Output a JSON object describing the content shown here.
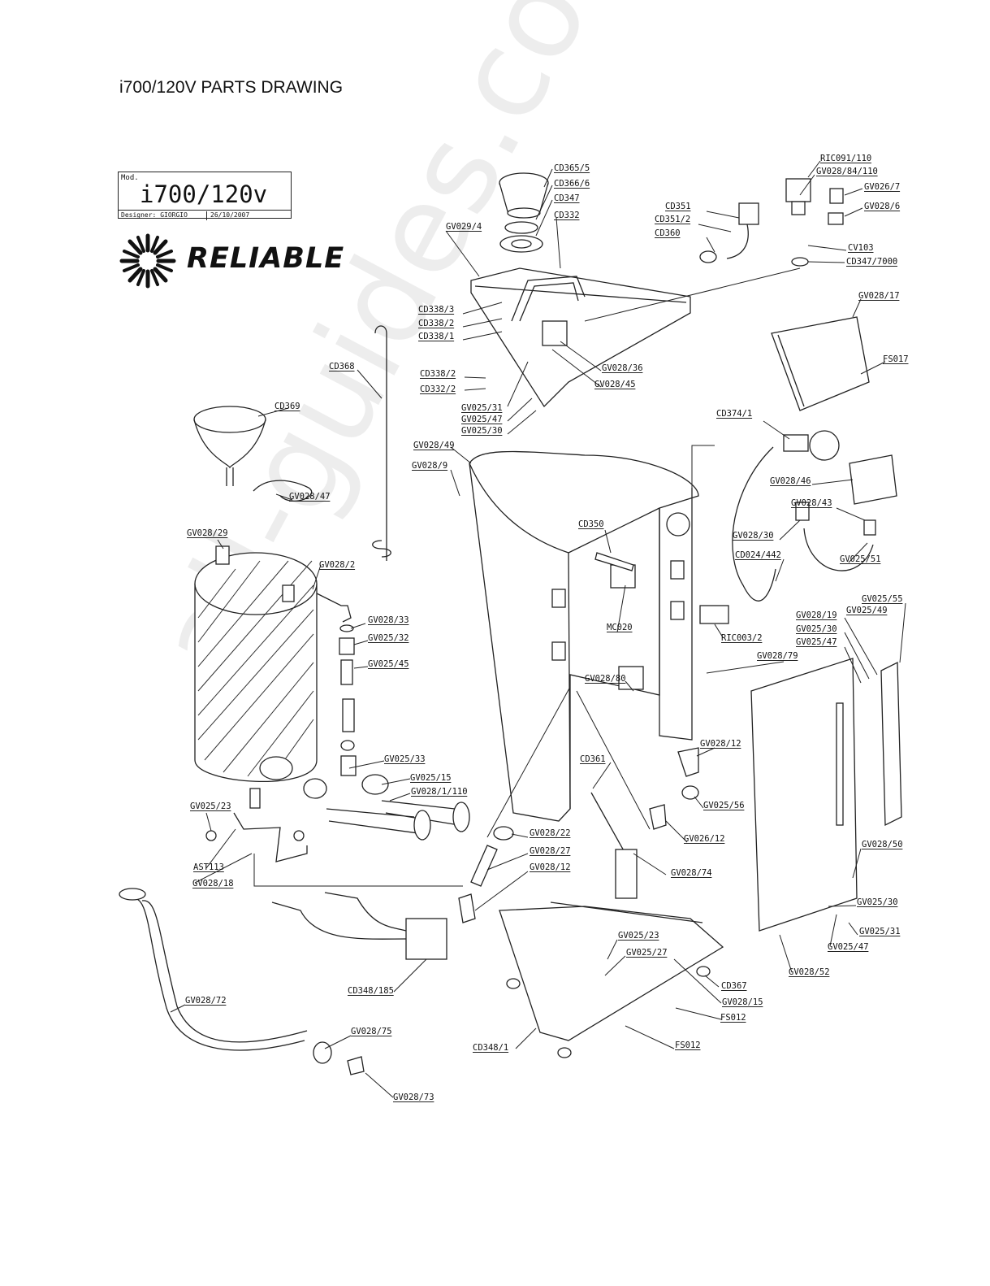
{
  "page": {
    "title": "i700/120V PARTS DRAWING"
  },
  "title_block": {
    "mod_label": "Mod.",
    "model": "i700/120v",
    "designer_label": "Designer:",
    "designer": "GIORGIO",
    "date": "26/10/2007"
  },
  "logo": {
    "brand": "RELIABLE",
    "icon": "sunburst-logo-icon"
  },
  "watermark": "all-guides.com",
  "labels": [
    "CD365/5",
    "CD366/6",
    "CD347",
    "CD332",
    "GV029/4",
    "CD351",
    "CD351/2",
    "CD360",
    "RIC091/110",
    "GV028/84/110",
    "GV026/7",
    "GV028/6",
    "CV103",
    "CD347/7000",
    "CD338/3",
    "CD338/2",
    "CD338/1",
    "CD338/2",
    "CD332/2",
    "GV028/36",
    "GV028/45",
    "GV025/31",
    "GV025/47",
    "GV025/30",
    "CD368",
    "CD369",
    "GV028/47",
    "GV028/49",
    "GV028/9",
    "GV028/17",
    "FS017",
    "CD374/1",
    "GV028/46",
    "GV028/43",
    "GV028/30",
    "CD024/442",
    "GV025/51",
    "CD350",
    "MC020",
    "GV028/80",
    "RIC003/2",
    "GV028/29",
    "GV028/2",
    "GV028/33",
    "GV025/32",
    "GV025/45",
    "GV025/33",
    "GV025/15",
    "GV028/1/110",
    "GV025/55",
    "GV025/49",
    "GV028/19",
    "GV025/30",
    "GV025/47",
    "GV028/79",
    "GV028/12",
    "CD361",
    "GV025/56",
    "GV026/12",
    "GV025/23",
    "AST113",
    "GV028/18",
    "GV028/22",
    "GV028/27",
    "GV028/12",
    "GV028/74",
    "GV028/50",
    "GV025/30",
    "GV025/31",
    "GV025/47",
    "GV028/52",
    "GV025/23",
    "GV025/27",
    "CD367",
    "GV028/15",
    "FS012",
    "FS012",
    "CD348/185",
    "CD348/1",
    "GV028/72",
    "GV028/75",
    "GV028/73"
  ]
}
